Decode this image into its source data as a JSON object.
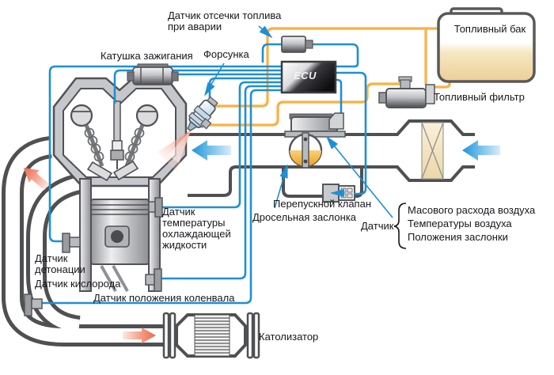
{
  "labels": {
    "fuel_cutoff_line1": "Датчик отсечки топлива",
    "fuel_cutoff_line2": "при аварии",
    "fuel_tank": "Топливный бак",
    "ignition_coil": "Катушка зажигания",
    "injector": "Форсунка",
    "ecu": "ECU",
    "fuel_filter": "Топливный фильтр",
    "bypass_valve": "Перепускной клапан",
    "throttle_valve": "Дросельная заслонка",
    "sensor_group_prefix": "Датчик",
    "sensor_items": [
      "Масового расхода воздуха",
      "Температуры воздуха",
      "Положения заслонки"
    ],
    "coolant_sensor": "Датчик температуры охлаждающей жидкости",
    "knock_sensor": "Датчик детонации",
    "oxygen_sensor": "Датчик кислорода",
    "crankshaft_sensor": "Датчик положения коленвала",
    "catalyst": "Католизатор"
  },
  "colors": {
    "wire_blue": "#1e8fd5",
    "fuel_line_yellow": "#fbb042",
    "pipe_gray": "#4f5052",
    "metal_outline": "#55565a",
    "tank_fuel_fill": "#eccf96",
    "exhaust_arrow_red": "#ed6a4a",
    "air_arrow_blue": "#1f93d8",
    "text_color": "#17171c"
  }
}
